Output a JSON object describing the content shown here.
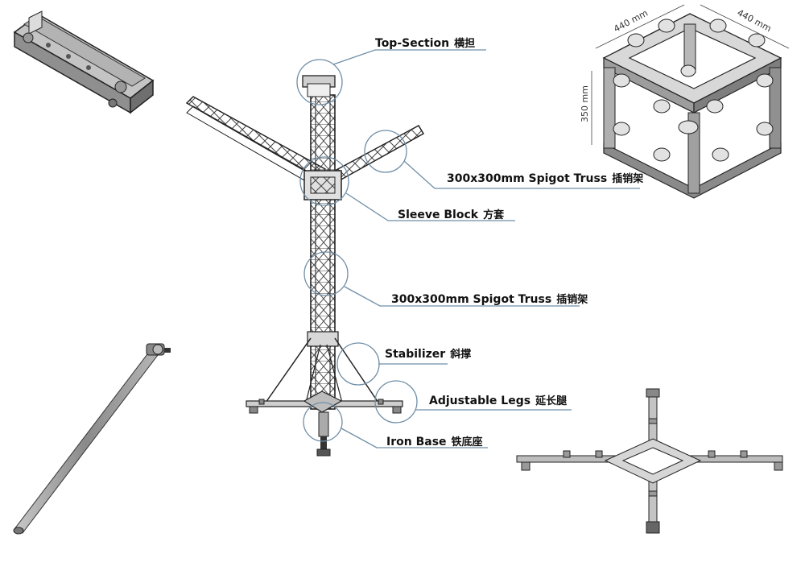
{
  "callouts": [
    {
      "en": "Top-Section",
      "cn": "横担"
    },
    {
      "en": "300x300mm Spigot Truss",
      "cn": "插销架"
    },
    {
      "en": "Sleeve Block",
      "cn": "方套"
    },
    {
      "en": "300x300mm Spigot Truss",
      "cn": "插销架"
    },
    {
      "en": "Stabilizer",
      "cn": "斜撑"
    },
    {
      "en": "Adjustable Legs",
      "cn": "延长腿"
    },
    {
      "en": "Iron Base",
      "cn": "铁底座"
    }
  ],
  "sleeve_detail": {
    "width_label": "440 mm",
    "depth_label": "440 mm",
    "height_label": "350 mm"
  }
}
